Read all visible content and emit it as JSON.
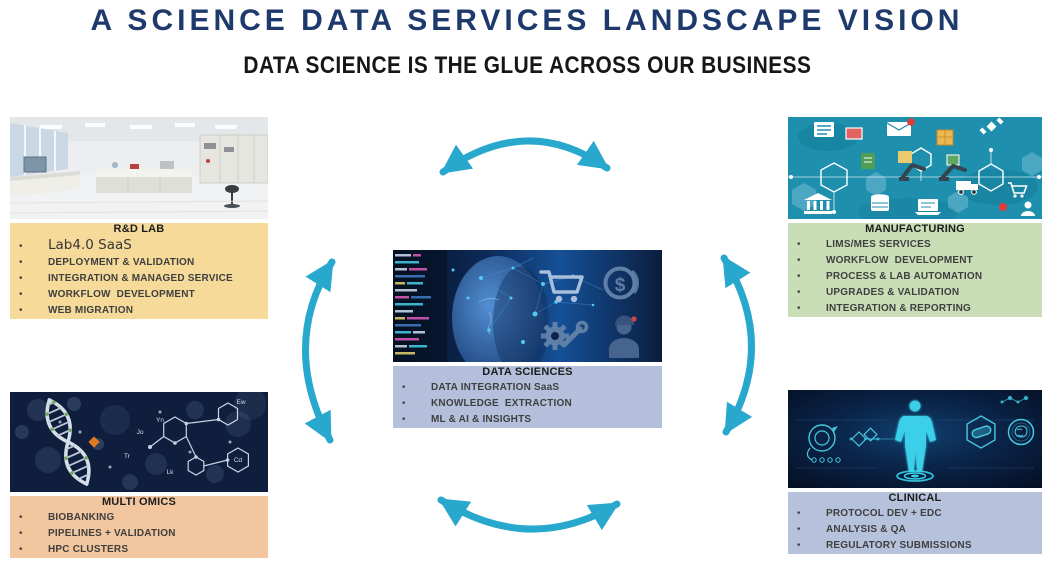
{
  "page": {
    "title": "A SCIENCE DATA SERVICES LANDSCAPE VISION",
    "subtitle": "DATA SCIENCE IS THE GLUE ACROSS OUR BUSINESS"
  },
  "colors": {
    "title_navy": "#1E3A6C",
    "subtitle_black": "#161616",
    "arrow_cyan": "#29A8CE"
  },
  "boxes": {
    "rd_lab": {
      "header": "R&D LAB",
      "bg": "#F5DA99",
      "image": "lab-interior-photo",
      "items": [
        "Lab4.0 SaaS",
        "DEPLOYMENT & VALIDATION",
        "INTEGRATION & MANAGED SERVICE",
        "WORKFLOW  DEVELOPMENT",
        "WEB MIGRATION"
      ]
    },
    "manufacturing": {
      "header": "MANUFACTURING",
      "bg": "#C9DEB6",
      "image": "smart-factory-iot-illustration",
      "items": [
        "LIMS/MES SERVICES",
        "WORKFLOW  DEVELOPMENT",
        "PROCESS & LAB AUTOMATION",
        "UPGRADES & VALIDATION",
        "INTEGRATION & REPORTING"
      ]
    },
    "data_sciences": {
      "header": "DATA SCIENCES",
      "bg": "#B4C0DB",
      "image": "ai-head-code-illustration",
      "image_icons": [
        "shopping-cart-icon",
        "dollar-coin-icon",
        "gear-wrench-icon",
        "data-scientist-icon"
      ],
      "items": [
        "DATA INTEGRATION SaaS",
        "KNOWLEDGE  EXTRACTION",
        "ML & AI & INSIGHTS"
      ]
    },
    "multi_omics": {
      "header": "MULTI OMICS",
      "bg": "#F2C69F",
      "image": "dna-helix-chemistry-illustration",
      "items": [
        "BIOBANKING",
        "PIPELINES + VALIDATION",
        "HPC CLUSTERS"
      ]
    },
    "clinical": {
      "header": "CLINICAL",
      "bg": "#B6C2DC",
      "image": "digital-human-body-illustration",
      "items": [
        "PROTOCOL DEV + EDC",
        "ANALYSIS & QA",
        "REGULATORY SUBMISSIONS"
      ]
    }
  },
  "arrows": {
    "color": "#29A8CE"
  }
}
